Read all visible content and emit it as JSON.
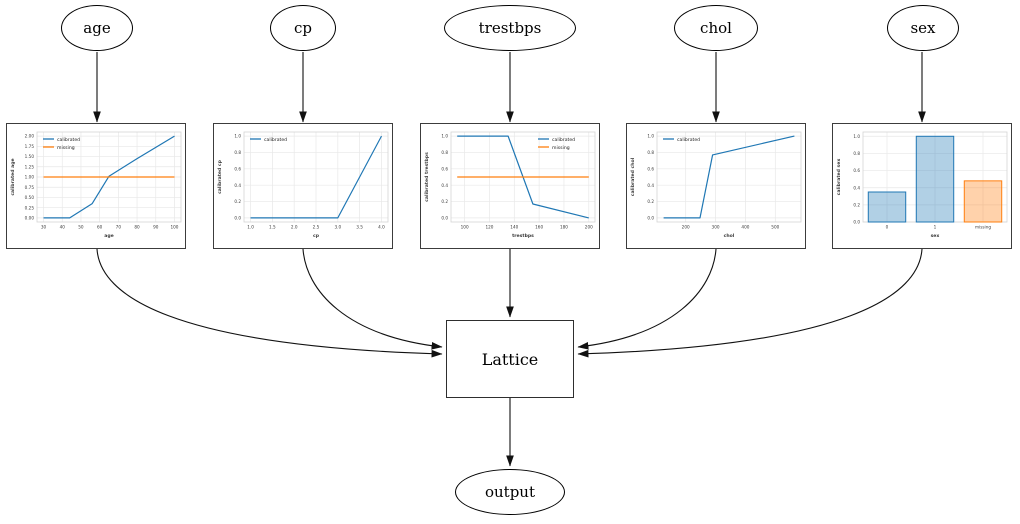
{
  "diagram": {
    "inputs": [
      {
        "id": "age",
        "label": "age"
      },
      {
        "id": "cp",
        "label": "cp"
      },
      {
        "id": "trestbps",
        "label": "trestbps"
      },
      {
        "id": "chol",
        "label": "chol"
      },
      {
        "id": "sex",
        "label": "sex"
      }
    ],
    "lattice": {
      "label": "Lattice"
    },
    "output": {
      "label": "output"
    },
    "edges": [
      {
        "from": "age",
        "to": "age-calibration-plot"
      },
      {
        "from": "cp",
        "to": "cp-calibration-plot"
      },
      {
        "from": "trestbps",
        "to": "trestbps-calibration-plot"
      },
      {
        "from": "chol",
        "to": "chol-calibration-plot"
      },
      {
        "from": "age-calibration-plot",
        "to": "Lattice"
      },
      {
        "from": "cp-calibration-plot",
        "to": "Lattice"
      },
      {
        "from": "trestbps-calibration-plot",
        "to": "Lattice"
      },
      {
        "from": "chol-calibration-plot",
        "to": "Lattice"
      },
      {
        "from": "sex-calibration-plot",
        "to": "Lattice"
      },
      {
        "from": "sex",
        "to": "sex-calibration-plot"
      },
      {
        "from": "Lattice",
        "to": "output"
      }
    ]
  },
  "colors": {
    "calibrated": "#1f77b4",
    "missing": "#ff7f0e",
    "edge": "#111111"
  },
  "chart_data": [
    {
      "id": "age",
      "type": "line",
      "xlabel": "age",
      "ylabel": "calibrated age",
      "xlim": [
        26.5,
        103.5
      ],
      "ylim": [
        -0.1,
        2.1
      ],
      "xticks": [
        30,
        40,
        50,
        60,
        70,
        80,
        90,
        100
      ],
      "xtick_labels": [
        "30",
        "40",
        "50",
        "60",
        "70",
        "80",
        "90",
        "100"
      ],
      "yticks": [
        0,
        0.25,
        0.5,
        0.75,
        1.0,
        1.25,
        1.5,
        1.75,
        2.0
      ],
      "ytick_labels": [
        "0.00",
        "0.25",
        "0.50",
        "0.75",
        "1.00",
        "1.25",
        "1.50",
        "1.75",
        "2.00"
      ],
      "legend": {
        "position": "upper-left",
        "entries": [
          {
            "label": "calibrated",
            "color": "#1f77b4"
          },
          {
            "label": "missing",
            "color": "#ff7f0e"
          }
        ]
      },
      "series": [
        {
          "name": "calibrated",
          "color": "#1f77b4",
          "points": [
            [
              30,
              0.0
            ],
            [
              44,
              0.0
            ],
            [
              56,
              0.35
            ],
            [
              65,
              1.02
            ],
            [
              80,
              1.45
            ],
            [
              100,
              2.0
            ]
          ]
        },
        {
          "name": "missing",
          "color": "#ff7f0e",
          "points": [
            [
              30,
              1.0
            ],
            [
              100,
              1.0
            ]
          ]
        }
      ]
    },
    {
      "id": "cp",
      "type": "line",
      "xlabel": "cp",
      "ylabel": "calibrated cp",
      "xlim": [
        0.85,
        4.15
      ],
      "ylim": [
        -0.05,
        1.05
      ],
      "xticks": [
        1.0,
        1.5,
        2.0,
        2.5,
        3.0,
        3.5,
        4.0
      ],
      "xtick_labels": [
        "1.0",
        "1.5",
        "2.0",
        "2.5",
        "3.0",
        "3.5",
        "4.0"
      ],
      "yticks": [
        0,
        0.2,
        0.4,
        0.6,
        0.8,
        1.0
      ],
      "ytick_labels": [
        "0.0",
        "0.2",
        "0.4",
        "0.6",
        "0.8",
        "1.0"
      ],
      "legend": {
        "position": "upper-left",
        "entries": [
          {
            "label": "calibrated",
            "color": "#1f77b4"
          }
        ]
      },
      "series": [
        {
          "name": "calibrated",
          "color": "#1f77b4",
          "points": [
            [
              1.0,
              0.0
            ],
            [
              3.0,
              0.0
            ],
            [
              4.0,
              1.0
            ]
          ]
        }
      ]
    },
    {
      "id": "trestbps",
      "type": "line",
      "xlabel": "trestbps",
      "ylabel": "calibrated trestbps",
      "xlim": [
        89,
        205
      ],
      "ylim": [
        -0.05,
        1.05
      ],
      "xticks": [
        100,
        120,
        140,
        160,
        180,
        200
      ],
      "xtick_labels": [
        "100",
        "120",
        "140",
        "160",
        "180",
        "200"
      ],
      "yticks": [
        0,
        0.2,
        0.4,
        0.6,
        0.8,
        1.0
      ],
      "ytick_labels": [
        "0.0",
        "0.2",
        "0.4",
        "0.6",
        "0.8",
        "1.0"
      ],
      "legend": {
        "position": "upper-right",
        "entries": [
          {
            "label": "calibrated",
            "color": "#1f77b4"
          },
          {
            "label": "missing",
            "color": "#ff7f0e"
          }
        ]
      },
      "series": [
        {
          "name": "calibrated",
          "color": "#1f77b4",
          "points": [
            [
              94,
              1.0
            ],
            [
              135,
              1.0
            ],
            [
              155,
              0.17
            ],
            [
              200,
              0.0
            ]
          ]
        },
        {
          "name": "missing",
          "color": "#ff7f0e",
          "points": [
            [
              94,
              0.5
            ],
            [
              200,
              0.5
            ]
          ]
        }
      ]
    },
    {
      "id": "chol",
      "type": "line",
      "xlabel": "chol",
      "ylabel": "calibrated chol",
      "xlim": [
        104,
        586
      ],
      "ylim": [
        -0.05,
        1.05
      ],
      "xticks": [
        200,
        300,
        400,
        500
      ],
      "xtick_labels": [
        "200",
        "300",
        "400",
        "500"
      ],
      "yticks": [
        0,
        0.2,
        0.4,
        0.6,
        0.8,
        1.0
      ],
      "ytick_labels": [
        "0.0",
        "0.2",
        "0.4",
        "0.6",
        "0.8",
        "1.0"
      ],
      "legend": {
        "position": "upper-left",
        "entries": [
          {
            "label": "calibrated",
            "color": "#1f77b4"
          }
        ]
      },
      "series": [
        {
          "name": "calibrated",
          "color": "#1f77b4",
          "points": [
            [
              126,
              0.0
            ],
            [
              248,
              0.0
            ],
            [
              290,
              0.77
            ],
            [
              564,
              1.0
            ]
          ]
        }
      ]
    },
    {
      "id": "sex",
      "type": "bar",
      "xlabel": "sex",
      "ylabel": "calibrated sex",
      "categories": [
        "0",
        "1",
        "missing"
      ],
      "values": [
        0.35,
        1.0,
        0.48
      ],
      "ylim": [
        0,
        1.05
      ],
      "yticks": [
        0,
        0.2,
        0.4,
        0.6,
        0.8,
        1.0
      ],
      "ytick_labels": [
        "0.0",
        "0.2",
        "0.4",
        "0.6",
        "0.8",
        "1.0"
      ],
      "bar_styles": [
        {
          "fill": "rgba(31,119,180,0.35)",
          "stroke": "#1f77b4"
        },
        {
          "fill": "rgba(31,119,180,0.35)",
          "stroke": "#1f77b4"
        },
        {
          "fill": "rgba(255,127,14,0.35)",
          "stroke": "#ff7f0e"
        }
      ],
      "legend": null
    }
  ]
}
